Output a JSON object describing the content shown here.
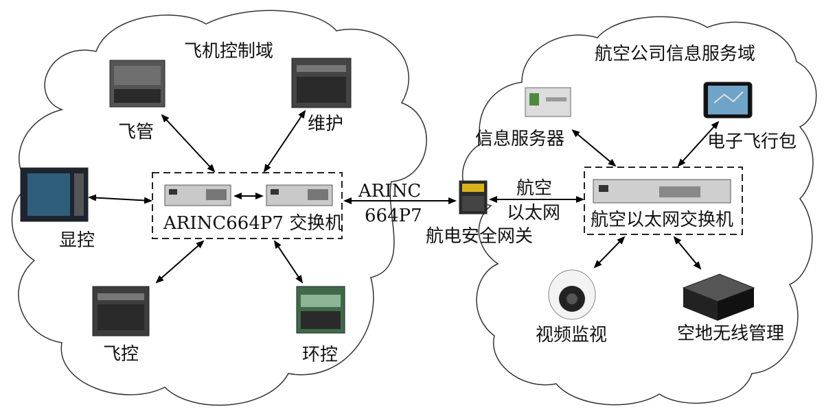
{
  "left_domain": {
    "title": "飞机控制域",
    "devices": {
      "flight_mgmt": "飞管",
      "maintenance": "维护",
      "display_ctrl": "显控",
      "flight_ctrl": "飞控",
      "env_ctrl": "环控"
    },
    "switch_label": "ARINC664P7 交换机"
  },
  "link": {
    "arinc_line1": "ARINC",
    "arinc_line2": "664P7",
    "gateway_label": "航电安全网关",
    "eth_line1": "航空",
    "eth_line2": "以太网"
  },
  "right_domain": {
    "title": "航空公司信息服务域",
    "devices": {
      "info_server": "信息服务器",
      "efb": "电子飞行包",
      "video": "视频监视",
      "wireless": "空地无线管理"
    },
    "switch_label": "航空以太网交换机"
  }
}
